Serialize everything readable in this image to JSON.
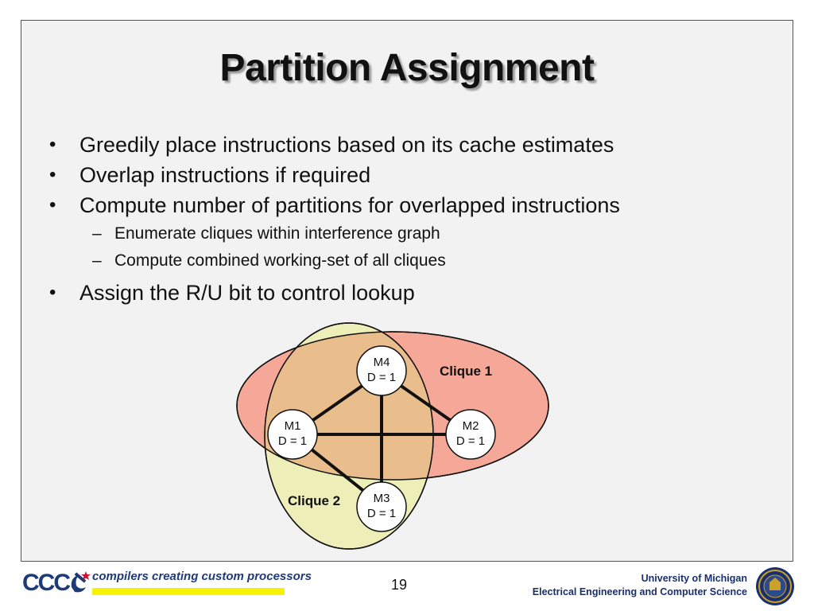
{
  "slide": {
    "title": "Partition Assignment",
    "bullets": [
      {
        "text": "Greedily place instructions based on its cache estimates"
      },
      {
        "text": "Overlap instructions if required"
      },
      {
        "text": "Compute number of partitions for overlapped instructions",
        "subitems": [
          "Enumerate cliques within interference graph",
          "Compute combined working-set of all cliques"
        ]
      },
      {
        "text": "Assign the R/U bit to control lookup"
      }
    ],
    "bullet_symbol": "•",
    "sub_symbol": "–"
  },
  "diagram": {
    "cliques": [
      {
        "label": "Clique 1",
        "color": "#f5a898"
      },
      {
        "label": "Clique 2",
        "color": "#eeeeb8"
      }
    ],
    "overlap_color": "#e9bd8c",
    "nodes": [
      {
        "name": "M4",
        "value": "D = 1"
      },
      {
        "name": "M1",
        "value": "D = 1"
      },
      {
        "name": "M2",
        "value": "D = 1"
      },
      {
        "name": "M3",
        "value": "D = 1"
      }
    ],
    "edges": [
      [
        "M4",
        "M1"
      ],
      [
        "M4",
        "M2"
      ],
      [
        "M4",
        "M3"
      ],
      [
        "M1",
        "M2"
      ],
      [
        "M1",
        "M3"
      ]
    ]
  },
  "footer": {
    "logo_text": "CCC",
    "tagline": "compilers creating custom processors",
    "page_number": "19",
    "university": "University of Michigan",
    "department": "Electrical Engineering and Computer Science",
    "accent": "#f6f200",
    "brand": "#1e3a78"
  }
}
